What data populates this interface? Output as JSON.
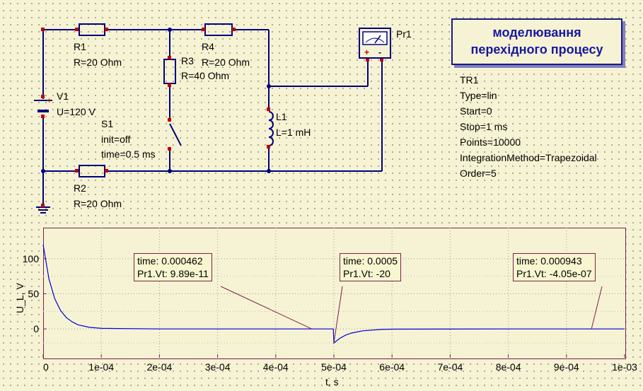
{
  "title_box": {
    "line1": "моделювання",
    "line2": "перехідного процесу"
  },
  "components": {
    "r1": {
      "name": "R1",
      "value": "R=20 Ohm"
    },
    "r2": {
      "name": "R2",
      "value": "R=20 Ohm"
    },
    "r3": {
      "name": "R3",
      "value": "R=40 Ohm"
    },
    "r4": {
      "name": "R4",
      "value": "R=20 Ohm"
    },
    "v1": {
      "name": "V1",
      "value": "U=120 V"
    },
    "s1": {
      "name": "S1",
      "init": "init=off",
      "time": "time=0.5 ms"
    },
    "l1": {
      "name": "L1",
      "value": "L=1 mH"
    },
    "pr1": {
      "name": "Pr1"
    }
  },
  "simulation": {
    "name": "TR1",
    "type": "Type=lin",
    "start": "Start=0",
    "stop": "Stop=1 ms",
    "points": "Points=10000",
    "method": "IntegrationMethod=Trapezoidal",
    "order": "Order=5"
  },
  "markers": [
    {
      "time": "time: 0.000462",
      "value": "Pr1.Vt: 9.89e-11"
    },
    {
      "time": "time: 0.0005",
      "value": "Pr1.Vt: -20"
    },
    {
      "time": "time: 0.000943",
      "value": "Pr1.Vt: -4.05e-07"
    }
  ],
  "colors": {
    "trace": "#0000e0",
    "wire": "#000080",
    "frame": "#7a2050",
    "title": "#1818a0"
  },
  "chart_data": {
    "type": "line",
    "xlabel": "t, s",
    "ylabel": "U_L, V",
    "xlim": [
      0,
      0.001
    ],
    "ylim": [
      -25,
      125
    ],
    "x_ticks": [
      "0",
      "1e-04",
      "2e-04",
      "3e-04",
      "4e-04",
      "5e-04",
      "6e-04",
      "7e-04",
      "8e-04",
      "9e-04",
      "1e-03"
    ],
    "y_ticks": [
      "0",
      "50",
      "100"
    ],
    "grid": true,
    "series": [
      {
        "x": [
          0,
          1e-05,
          2e-05,
          3e-05,
          4e-05,
          5e-05,
          6e-05,
          8e-05,
          0.0001,
          0.0002,
          0.0004,
          0.000499,
          0.0005,
          0.00051,
          0.00052,
          0.00053,
          0.00055,
          0.00058,
          0.0006,
          0.0008,
          0.001
        ],
        "values": [
          120,
          71,
          43,
          26,
          16,
          10,
          5.8,
          2.2,
          0.8,
          0,
          0,
          0,
          -20,
          -13.5,
          -9,
          -6,
          -2.7,
          -0.8,
          -0.3,
          0,
          0
        ]
      }
    ]
  }
}
